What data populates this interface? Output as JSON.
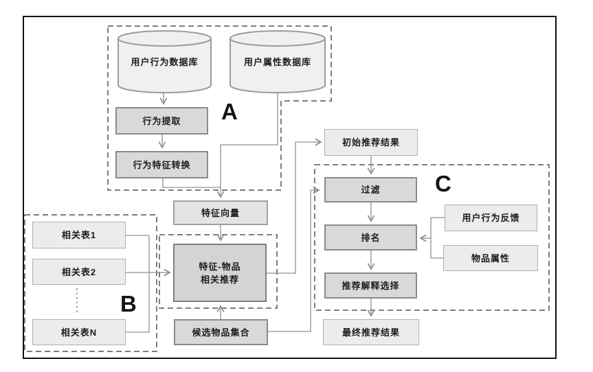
{
  "sections": {
    "a": "A",
    "b": "B",
    "c": "C"
  },
  "nodes": {
    "user_behavior_db": "用户行为数据库",
    "user_attribute_db": "用户属性数据库",
    "behavior_extraction": "行为提取",
    "behavior_feature_transform": "行为特征转换",
    "feature_vector": "特征向量",
    "feature_item_line1": "特征-物品",
    "feature_item_line2": "相关推荐",
    "related_table_1": "相关表1",
    "related_table_2": "相关表2",
    "related_table_n": "相关表N",
    "initial_result": "初始推荐结果",
    "filter": "过滤",
    "ranking": "排名",
    "explanation_selection": "推荐解释选择",
    "final_result": "最终推荐结果",
    "user_behavior_feedback": "用户行为反馈",
    "item_attributes": "物品属性",
    "candidate_item_set": "候选物品集合"
  },
  "colors": {
    "background": "#ffffff",
    "frame_border": "#111111",
    "process_fill": "#d9d9d9",
    "process_border": "#8a8a8a",
    "light_fill": "#ececec",
    "light_border": "#b0b0b0",
    "cylinder_fill": "#f0f0f0",
    "connector_line": "#8f8f8f",
    "dashed_border": "#7d7d7d"
  }
}
